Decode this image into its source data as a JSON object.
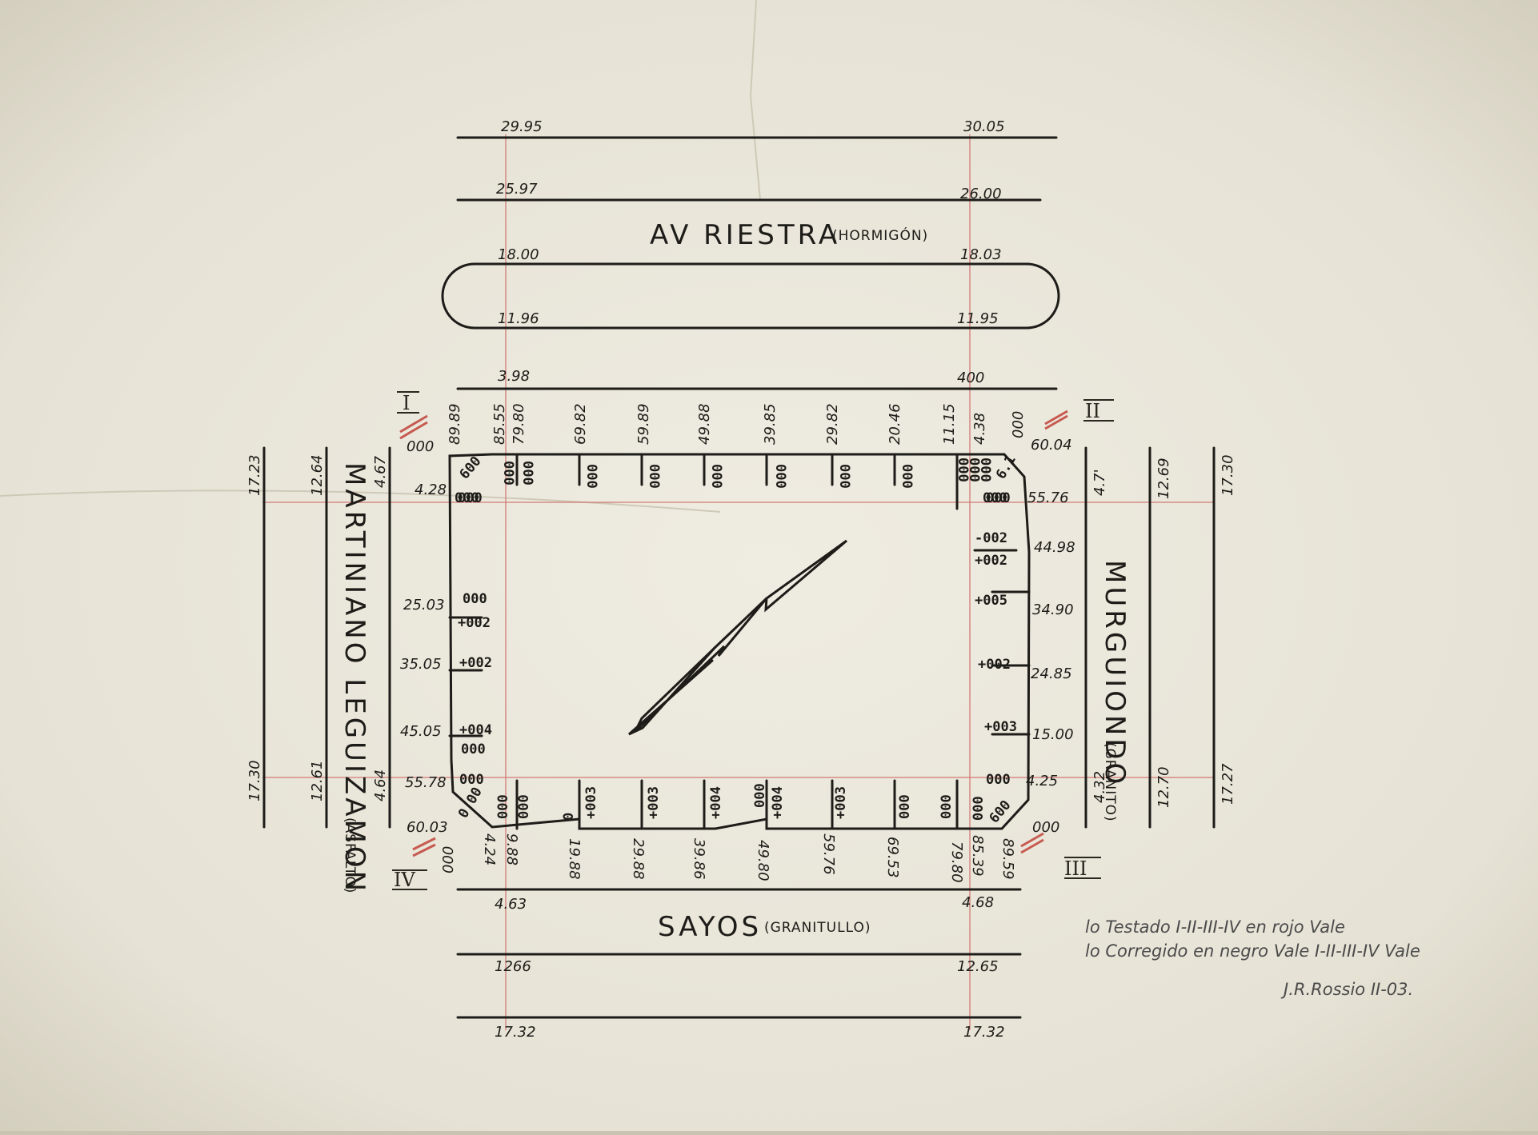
{
  "streets": {
    "top": "AV RIESTRA",
    "top_material": "(HORMIGÓN)",
    "bottom": "SAYOS",
    "bottom_material": "(GRANITULLO)",
    "left": "MARTINIANO LEGUIZAMON",
    "left_material": "(ASFALTO)",
    "right": "MURGUIONDO",
    "right_material": "(GRANITO)"
  },
  "top_levels": [
    {
      "left": "29.95",
      "right": "30.05"
    },
    {
      "left": "25.97",
      "right": "26.00"
    },
    {
      "left": "18.00",
      "right": "18.03"
    },
    {
      "left": "11.96",
      "right": "11.95"
    },
    {
      "left": "3.98",
      "right": "400"
    }
  ],
  "bottom_levels": [
    {
      "left": "4.63",
      "right": "4.68"
    },
    {
      "left": "1266",
      "right": "12.65"
    },
    {
      "left": "17.32",
      "right": "17.32"
    }
  ],
  "left_street_levels": {
    "top": [
      "17.23",
      "12.64",
      "4.67"
    ],
    "bottom": [
      "17.30",
      "12.61",
      "4.64"
    ]
  },
  "right_street_levels": {
    "top": [
      "4.7'",
      "12.69",
      "17.30"
    ],
    "bottom": [
      "4.32",
      "12.70",
      "17.27"
    ]
  },
  "top_distances": [
    "89.89",
    "85.55",
    "79.80",
    "69.82",
    "59.89",
    "49.88",
    "39.85",
    "29.82",
    "20.46",
    "11.15",
    "4.38",
    "000"
  ],
  "bottom_distances": [
    "4.24",
    "9.88",
    "19.88",
    "29.88",
    "39.86",
    "49.80",
    "59.76",
    "69.53",
    "79.80",
    "85.39",
    "89.59"
  ],
  "left_distances": [
    "4.28",
    "25.03",
    "35.05",
    "45.05",
    "55.78",
    "60.03"
  ],
  "right_distances": [
    "60.04",
    "55.76",
    "44.98",
    "34.90",
    "24.85",
    "15.00",
    "4.25",
    "000"
  ],
  "corner_labels": {
    "tl": "000",
    "bl": "000"
  },
  "top_values": [
    "000",
    "000",
    "000",
    "000",
    "000",
    "000",
    "000",
    "000",
    "000",
    "000",
    "000"
  ],
  "bottom_values": [
    "000",
    "000",
    "0",
    "+003",
    "+003",
    "+004",
    "000",
    "+004",
    "+003",
    "000",
    "000",
    "000"
  ],
  "left_values": [
    "000",
    "000",
    "+002",
    "+002",
    "+004",
    "000",
    "000"
  ],
  "right_values": [
    "000",
    "-002",
    "+002",
    "+005",
    "+002",
    "+003",
    "000"
  ],
  "corner_values": {
    "tl_a": "600",
    "tl_b": "000",
    "tr_a": "000",
    "tr_b": "6.1",
    "bl": "0.00",
    "br": "600"
  },
  "roman": [
    "I",
    "II",
    "III",
    "IV"
  ],
  "notes": [
    "lo Testado I-II-III-IV en rojo Vale",
    "lo Corregido en negro Vale I-II-III-IV Vale",
    "J.R.Rossio II-03."
  ]
}
